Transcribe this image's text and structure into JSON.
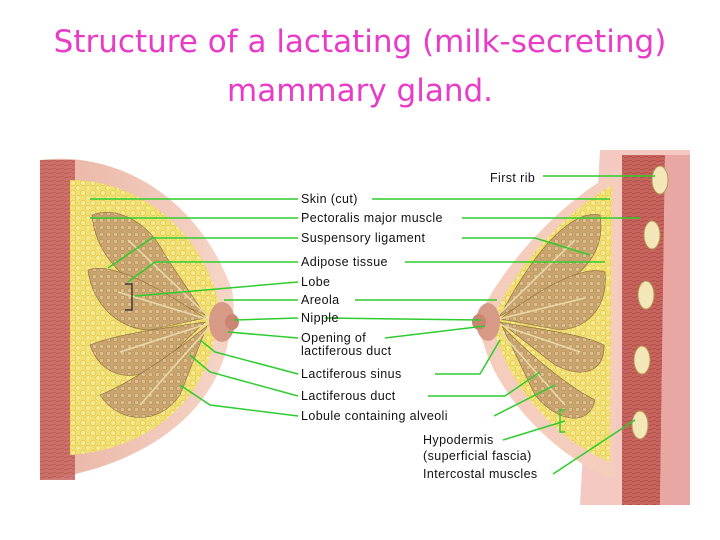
{
  "title": {
    "line1": "Structure of a lactating (milk-secreting)",
    "line2": "mammary gland."
  },
  "labels": {
    "first_rib": "First rib",
    "skin": "Skin (cut)",
    "pectoralis": "Pectoralis major muscle",
    "suspensory": "Suspensory ligament",
    "adipose": "Adipose tissue",
    "lobe": "Lobe",
    "areola": "Areola",
    "nipple": "Nipple",
    "opening_1": "Opening of",
    "opening_2": "lactiferous duct",
    "sinus": "Lactiferous sinus",
    "duct": "Lactiferous duct",
    "lobule": "Lobule containing alveoli",
    "hypodermis_1": "Hypodermis",
    "hypodermis_2": "(superficial fascia)",
    "intercostal": "Intercostal muscles"
  },
  "colors": {
    "title": "#e83cc8",
    "leader_line": "#2ecc2e",
    "skin": "#f1c6b6",
    "fat": "#f2df6e",
    "lobe": "#c9a46e",
    "muscle": "#c8645e"
  }
}
